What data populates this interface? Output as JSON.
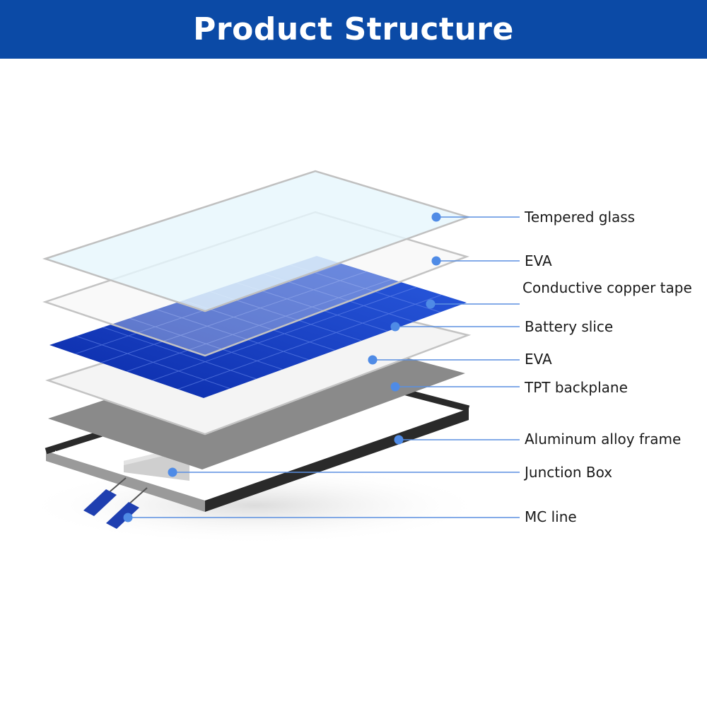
{
  "header": {
    "title": "Product Structure",
    "background": "#0b4aa6"
  },
  "colors": {
    "leader_line": "#5b8fe0",
    "dot": "#4f8be6",
    "glass_fill": "#e6f6fc",
    "eva_stroke": "#c3c3c3",
    "cell_dark": "#0a2aa8",
    "cell_light": "#2a5be0",
    "backsheet": "#8a8a8a",
    "frame_dark": "#2a2a2a",
    "frame_grey": "#9a9a9a",
    "connector": "#1f3fb0"
  },
  "layers": [
    {
      "id": "tempered-glass",
      "label": "Tempered glass",
      "icon": "glass-layer"
    },
    {
      "id": "eva-top",
      "label": "EVA",
      "icon": "eva-layer"
    },
    {
      "id": "conductive-copper-tape",
      "label": "Conductive copper tape",
      "icon": "copper-tape"
    },
    {
      "id": "battery-slice",
      "label": "Battery slice",
      "icon": "solar-cell-layer"
    },
    {
      "id": "eva-bottom",
      "label": "EVA",
      "icon": "eva-layer"
    },
    {
      "id": "tpt-backplane",
      "label": "TPT backplane",
      "icon": "backsheet-layer"
    },
    {
      "id": "aluminum-alloy-frame",
      "label": "Aluminum alloy frame",
      "icon": "frame"
    },
    {
      "id": "junction-box",
      "label": "Junction Box",
      "icon": "junction-box"
    },
    {
      "id": "mc-line",
      "label": "MC line",
      "icon": "mc-connector"
    }
  ]
}
